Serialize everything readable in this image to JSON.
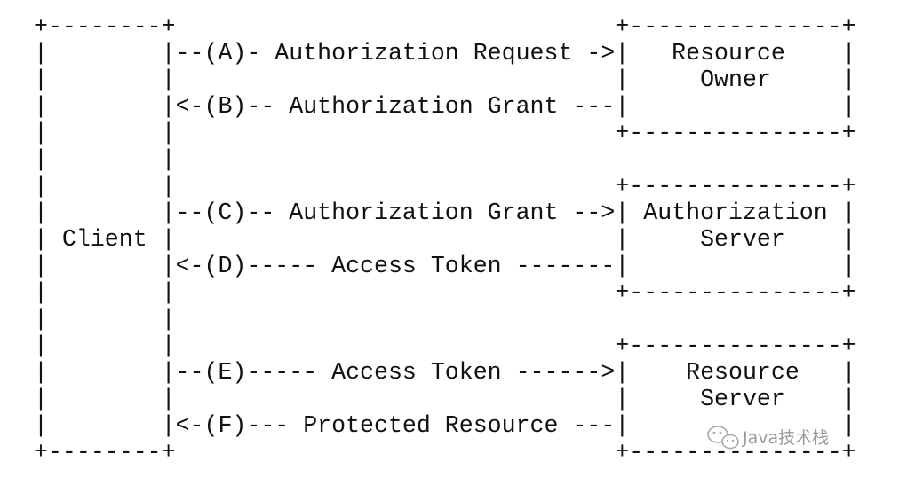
{
  "lines": [
    "+--------+                               +---------------+",
    "|        |--(A)- Authorization Request ->|   Resource    |",
    "|        |                               |     Owner     |",
    "|        |<-(B)-- Authorization Grant ---|               |",
    "|        |                               +---------------+",
    "|        |",
    "|        |                               +---------------+",
    "|        |--(C)-- Authorization Grant -->| Authorization |",
    "| Client |                               |     Server    |",
    "|        |<-(D)----- Access Token -------|               |",
    "|        |                               +---------------+",
    "|        |",
    "|        |                               +---------------+",
    "|        |--(E)----- Access Token ------>|    Resource   |",
    "|        |                               |     Server    |",
    "|        |<-(F)--- Protected Resource ---|               |",
    "+--------+                               +---------------+"
  ],
  "watermark": {
    "text": "Java技术栈",
    "icon": "wechat-icon"
  }
}
